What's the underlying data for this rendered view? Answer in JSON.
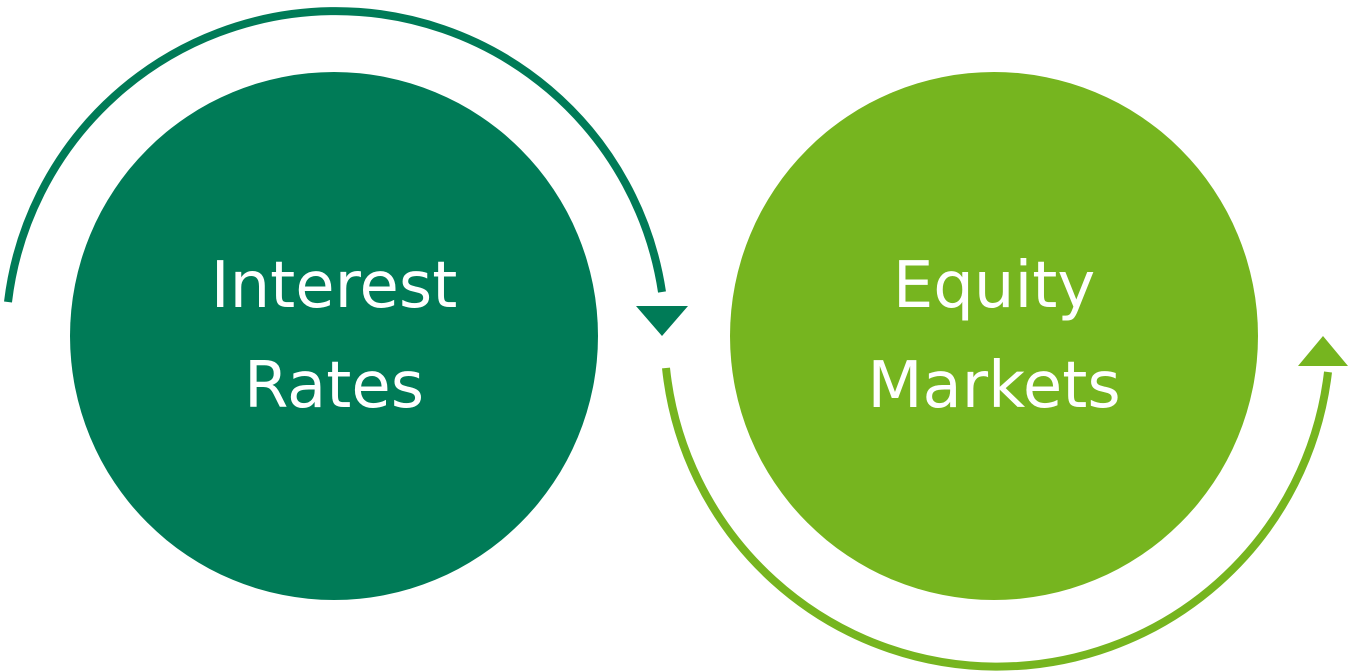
{
  "colors": {
    "dark_green": "#007B57",
    "light_green": "#76B51F",
    "text": "#FFFFFF",
    "background": "#FFFFFF"
  },
  "nodes": [
    {
      "line1": "Interest",
      "line2": "Rates",
      "color": "#007B57"
    },
    {
      "line1": "Equity",
      "line2": "Markets",
      "color": "#76B51F"
    }
  ],
  "connectors": [
    {
      "from": "left",
      "direction": "clockwise-over-top",
      "color": "#007B57"
    },
    {
      "from": "bottom",
      "direction": "counterclockwise-under-bottom",
      "color": "#76B51F"
    }
  ]
}
